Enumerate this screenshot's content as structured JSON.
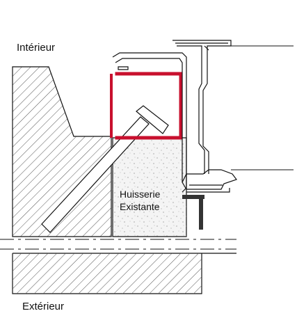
{
  "labels": {
    "interior": "Intérieur",
    "exterior": "Extérieur",
    "frame_line1": "Huisserie",
    "frame_line2": "Existante"
  },
  "colors": {
    "line": "#111111",
    "hatch": "#555555",
    "highlight_profile": "#c8102e",
    "concrete_fill": "#f4f4f4"
  }
}
